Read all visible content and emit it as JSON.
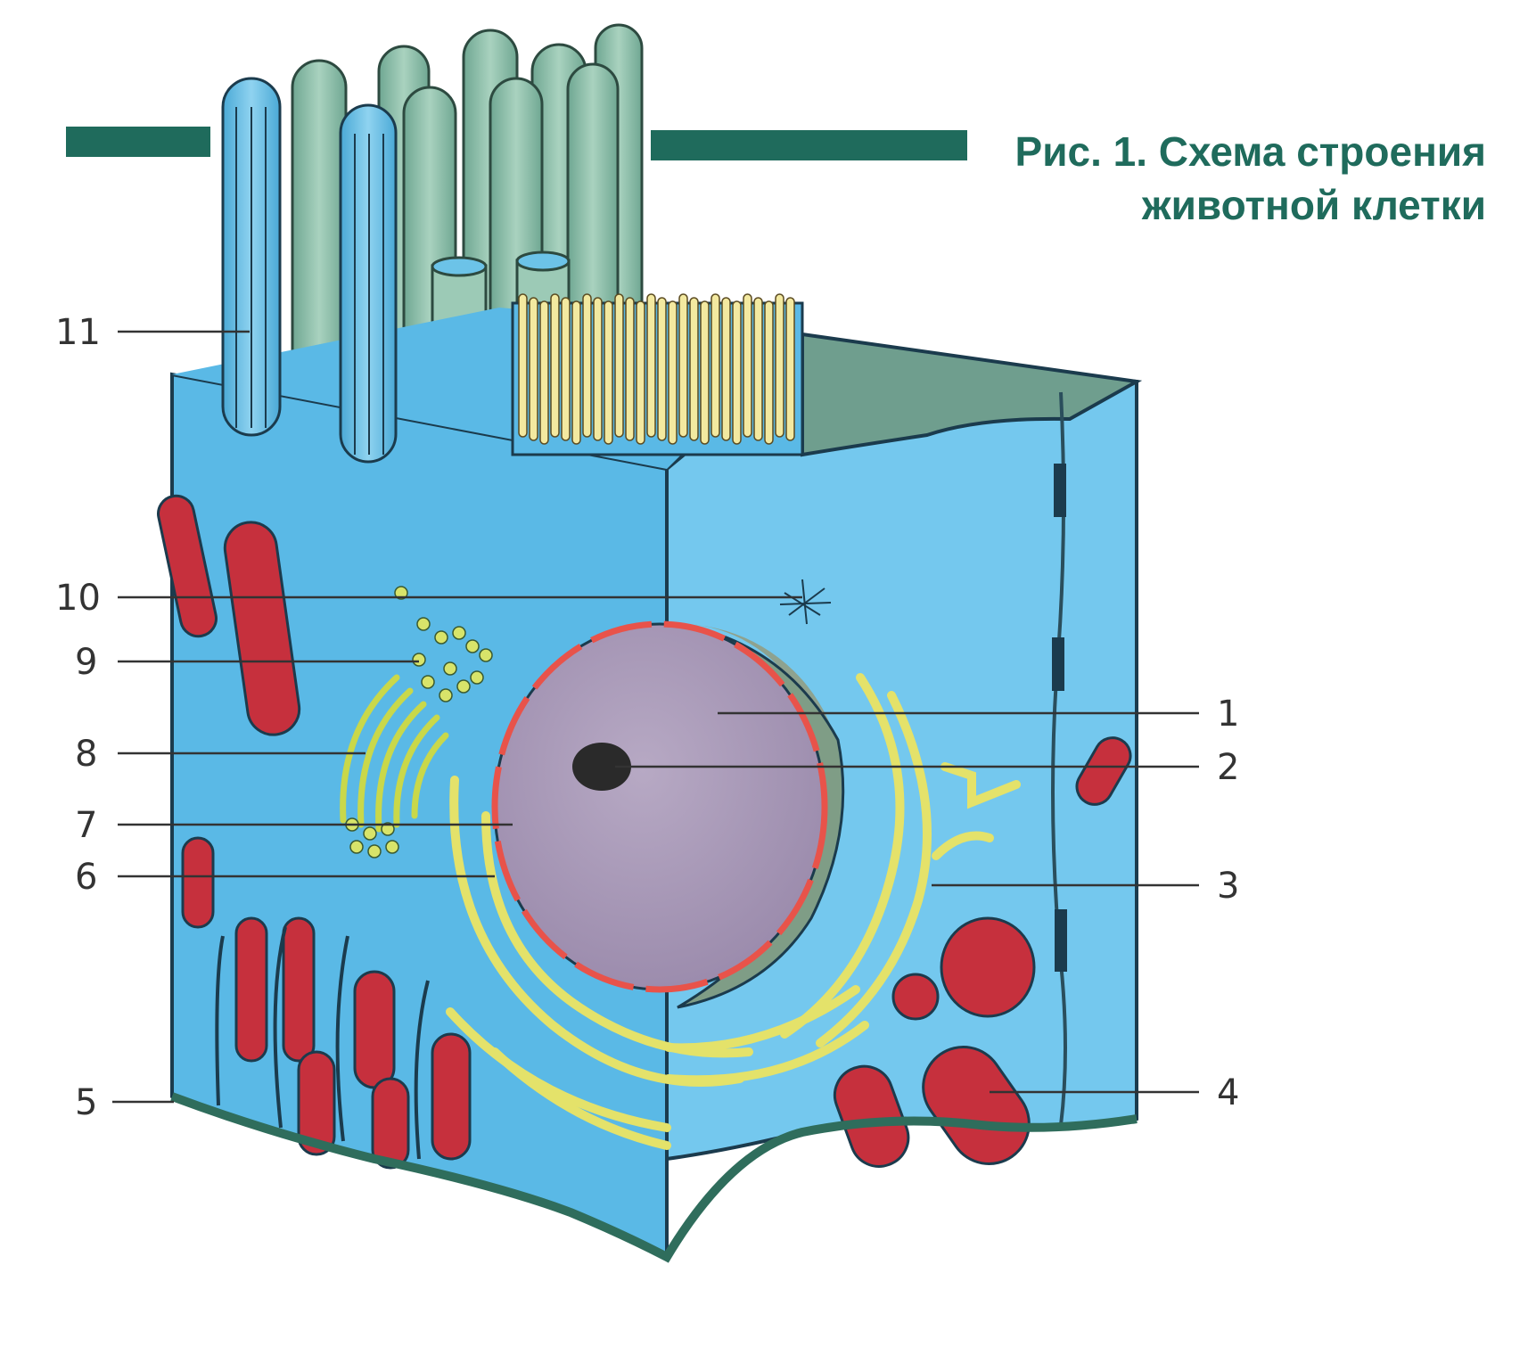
{
  "caption": {
    "line1": "Рис. 1. Схема строения",
    "line2": "животной клетки"
  },
  "colors": {
    "caption": "#1f6b5c",
    "cytoplasm": "#5ab9e6",
    "cytoplasm_right": "#74c8ee",
    "nucleus": "#a99ab8",
    "nuclear_envelope": "#e8534a",
    "er": "#e4e26a",
    "mitochondria": "#c6303d",
    "microvilli": "#8fbfa8",
    "basement_membrane": "#2f6d5c"
  },
  "labels": [
    "1",
    "2",
    "3",
    "4",
    "5",
    "6",
    "7",
    "8",
    "9",
    "10",
    "11"
  ]
}
